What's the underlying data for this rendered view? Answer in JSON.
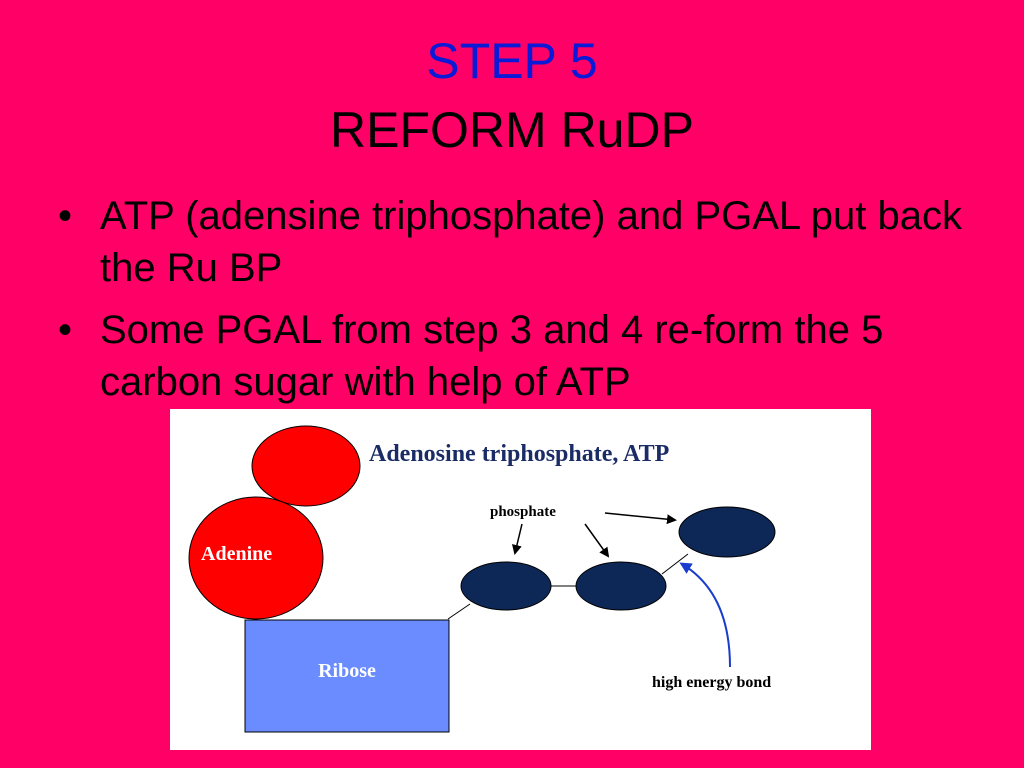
{
  "slide": {
    "title_line1": "STEP 5",
    "title_line2": "REFORM RuDP",
    "bullets": [
      "ATP (adensine triphosphate) and PGAL put back the Ru BP",
      "Some PGAL from step 3 and 4 re-form the 5 carbon sugar with help of ATP"
    ],
    "bullet_glyph": "•"
  },
  "diagram": {
    "title": "Adenosine triphosphate, ATP",
    "adenine_label": "Adenine",
    "ribose_label": "Ribose",
    "phosphate_label": "phosphate",
    "bond_label": "high energy bond",
    "colors": {
      "background": "#FF0066",
      "title_blue": "#0A1AD6",
      "adenine_red": "#FF0000",
      "ribose_blue": "#6A8CFF",
      "phosphate_navy": "#0D2756",
      "diagram_title": "#1A2B66",
      "bond_arrow": "#1A3CCC"
    }
  }
}
